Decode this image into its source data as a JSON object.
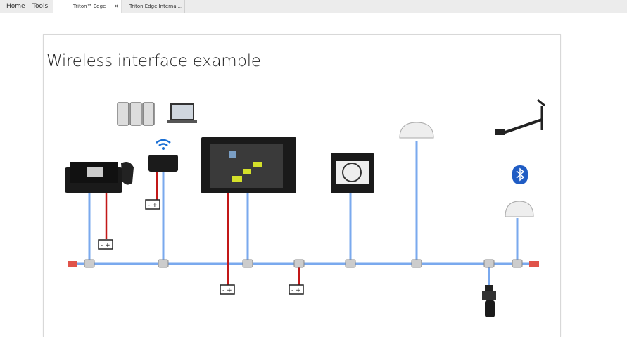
{
  "tabs": {
    "home": "Home",
    "tools": "Tools",
    "doc1": "Triton™ Edge",
    "doc2": "Triton Edge Internal...",
    "close": "×"
  },
  "slide": {
    "title": "Wireless interface example"
  },
  "colors": {
    "network": "#7aa9ee",
    "power": "#c21818",
    "terminator": "#e0534a"
  }
}
